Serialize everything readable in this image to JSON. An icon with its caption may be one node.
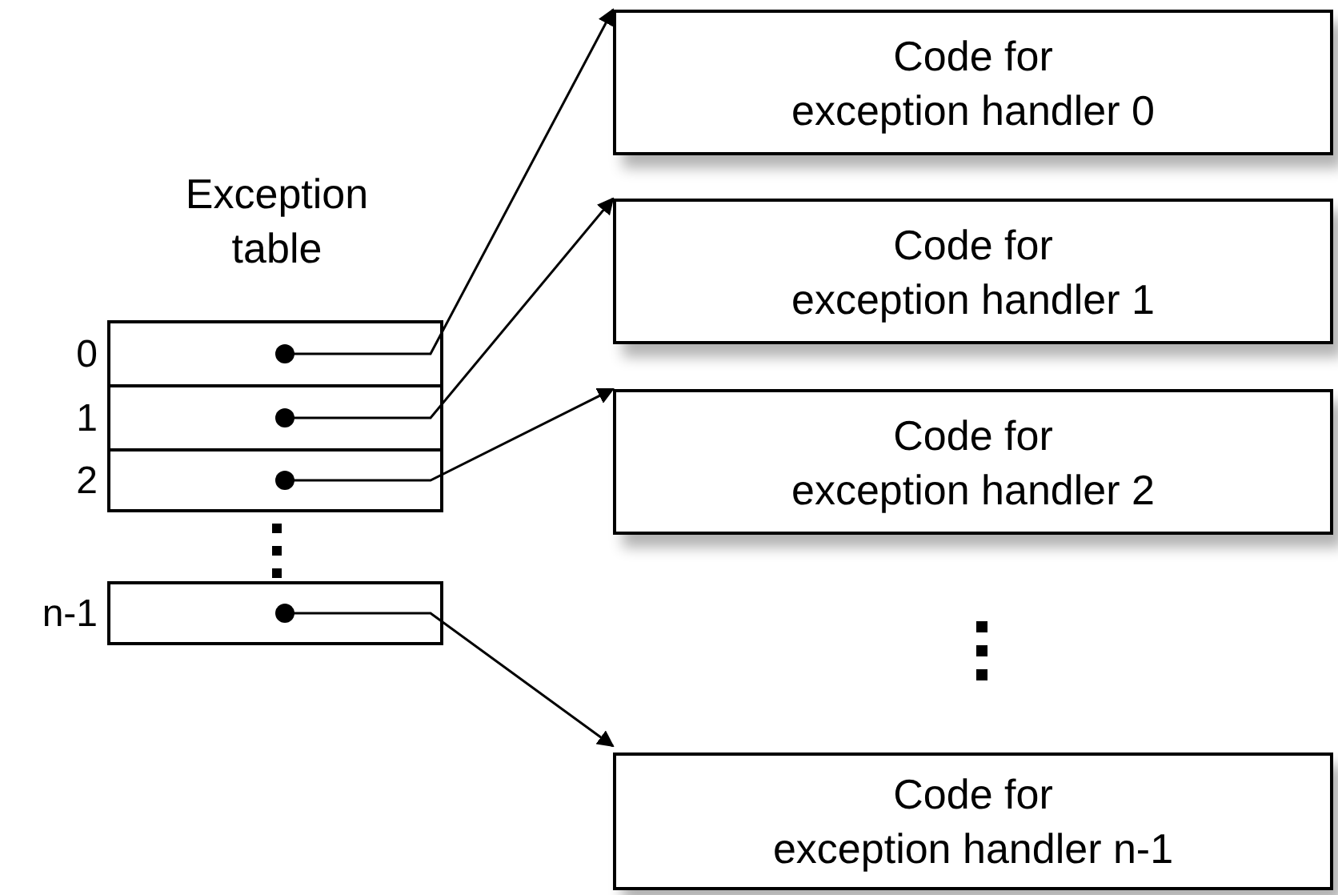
{
  "diagram": {
    "nodes": [
      {
        "text": [],
        "shape": "box",
        "beside": [
          "0"
        ]
      },
      {
        "text": [],
        "shape": "box",
        "beside": [
          "1"
        ]
      },
      {
        "text": [],
        "shape": "box",
        "beside": [
          "2"
        ]
      },
      {
        "text": [],
        "shape": "box",
        "beside": [
          "n-1"
        ]
      },
      {
        "text": [
          "Code for",
          "exception handler 0"
        ]
      },
      {
        "text": [
          "Code for",
          "exception handler 1"
        ]
      },
      {
        "text": [
          "Code for",
          "exception handler 2"
        ]
      },
      {
        "text": [
          "Code for",
          "exception handler n-1"
        ]
      }
    ],
    "edges": [
      {
        "from": 0,
        "to": 4,
        "arrow": "to"
      },
      {
        "from": 1,
        "to": 5,
        "arrow": "to"
      },
      {
        "from": 2,
        "to": 6,
        "arrow": "to"
      },
      {
        "from": 3,
        "to": 7,
        "arrow": "to"
      }
    ],
    "labels": [
      "Exception table"
    ]
  }
}
